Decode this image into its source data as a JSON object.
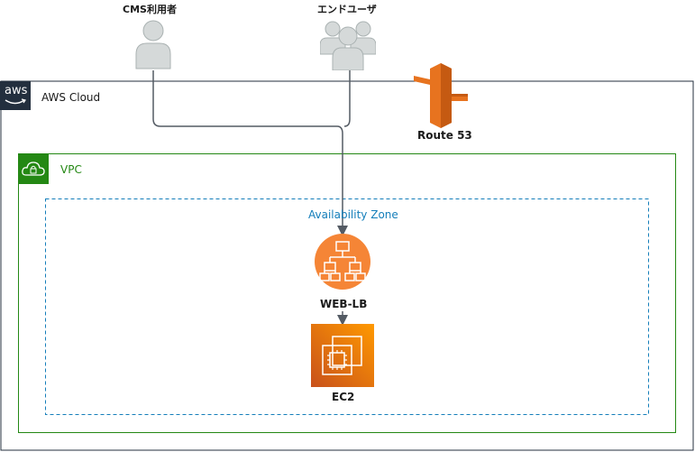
{
  "actors": {
    "cms_user": {
      "label": "CMS利用者"
    },
    "end_users": {
      "label": "エンドユーザ"
    }
  },
  "aws_cloud": {
    "label": "AWS Cloud",
    "logo_text": "aws",
    "border_color": "#232f3e"
  },
  "route53": {
    "label": "Route 53",
    "color": "#e7731f"
  },
  "vpc": {
    "label": "VPC",
    "color": "#248814"
  },
  "availability_zone": {
    "label": "Availability Zone",
    "color": "#147eba"
  },
  "web_lb": {
    "label": "WEB-LB",
    "color": "#f58536"
  },
  "ec2": {
    "label": "EC2",
    "color": "#e7731f"
  }
}
